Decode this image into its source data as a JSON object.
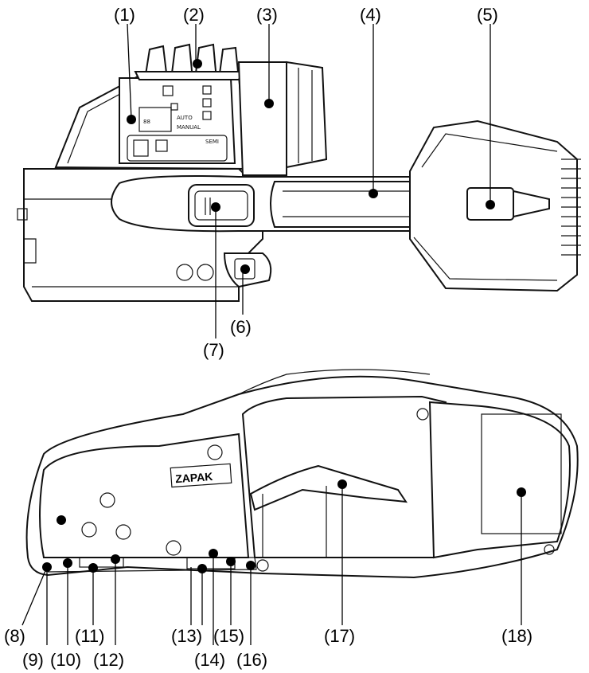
{
  "logo_text": "ZAPAK",
  "panel_labels": {
    "auto": "AUTO",
    "manual": "MANUAL",
    "semi": "SEMI"
  },
  "callouts": [
    {
      "id": "1",
      "label": "(1)"
    },
    {
      "id": "2",
      "label": "(2)"
    },
    {
      "id": "3",
      "label": "(3)"
    },
    {
      "id": "4",
      "label": "(4)"
    },
    {
      "id": "5",
      "label": "(5)"
    },
    {
      "id": "6",
      "label": "(6)"
    },
    {
      "id": "7",
      "label": "(7)"
    },
    {
      "id": "8",
      "label": "(8)"
    },
    {
      "id": "9",
      "label": "(9)"
    },
    {
      "id": "10",
      "label": "(10)"
    },
    {
      "id": "11",
      "label": "(11)"
    },
    {
      "id": "12",
      "label": "(12)"
    },
    {
      "id": "13",
      "label": "(13)"
    },
    {
      "id": "14",
      "label": "(14)"
    },
    {
      "id": "15",
      "label": "(15)"
    },
    {
      "id": "16",
      "label": "(16)"
    },
    {
      "id": "17",
      "label": "(17)"
    },
    {
      "id": "18",
      "label": "(18)"
    }
  ]
}
